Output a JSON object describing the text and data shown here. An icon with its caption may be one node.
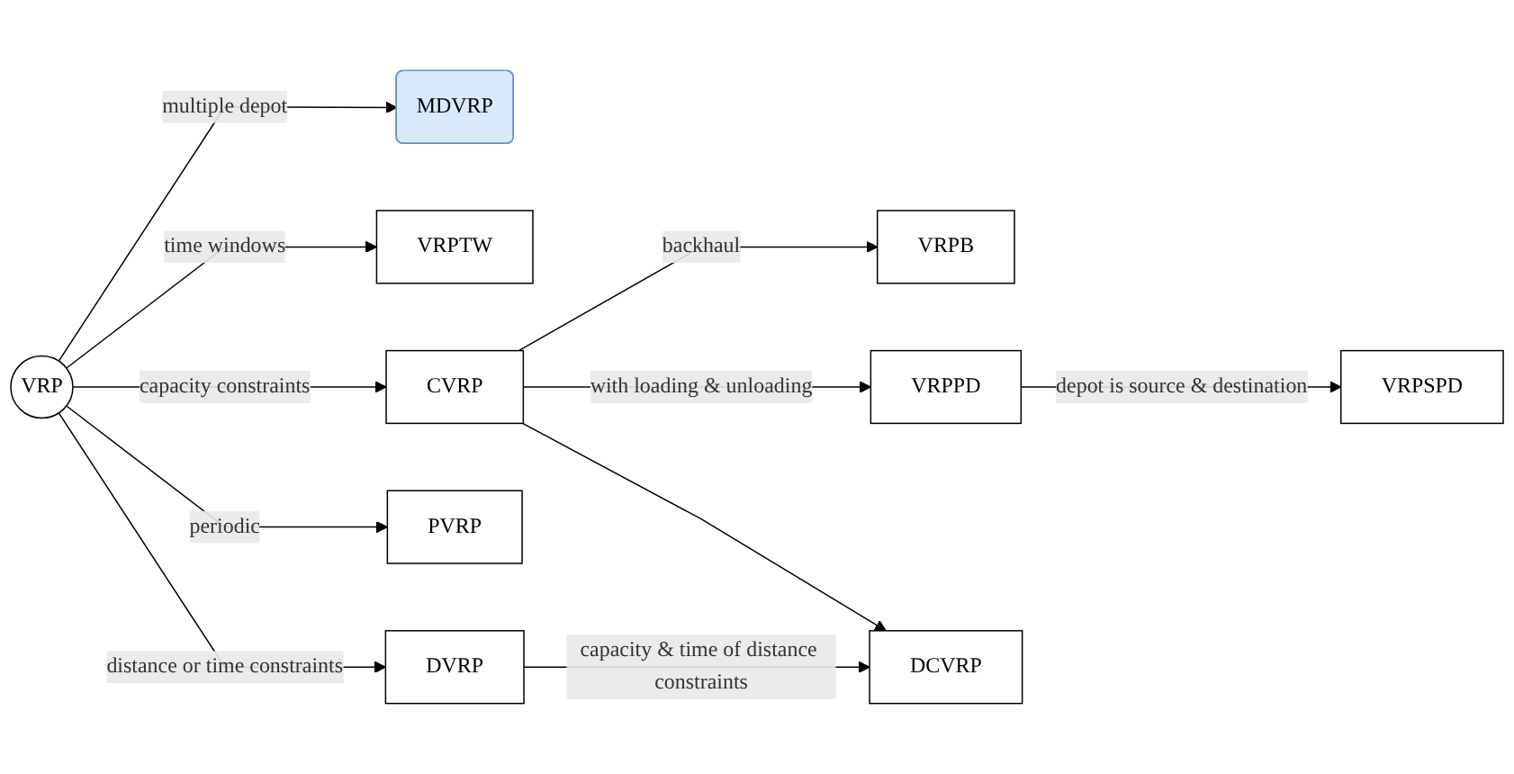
{
  "diagram": {
    "nodes": [
      {
        "text": [
          "MDVRP"
        ]
      },
      {
        "text": [
          "VRPTW"
        ]
      },
      {
        "text": [
          "VRPB"
        ]
      },
      {
        "text": [
          "VRP"
        ]
      },
      {
        "text": [
          "CVRP"
        ]
      },
      {
        "text": [
          "VRPPD"
        ]
      },
      {
        "text": [
          "VRPSPD"
        ]
      },
      {
        "text": [
          "PVRP"
        ]
      },
      {
        "text": [
          "DVRP"
        ]
      },
      {
        "text": [
          "DCVRP"
        ]
      }
    ],
    "edges": [
      {
        "from": 3,
        "to": 0,
        "arrow": "to",
        "label": "multiple depot"
      },
      {
        "from": 3,
        "to": 1,
        "arrow": "to",
        "label": "time windows"
      },
      {
        "from": 3,
        "to": 4,
        "arrow": "to",
        "label": "capacity constraints"
      },
      {
        "from": 3,
        "to": 7,
        "arrow": "to",
        "label": "periodic"
      },
      {
        "from": 3,
        "to": 8,
        "arrow": "to",
        "label": "distance or time constraints"
      },
      {
        "from": 4,
        "to": 2,
        "arrow": "to",
        "label": "backhaul"
      },
      {
        "from": 4,
        "to": 5,
        "arrow": "to",
        "label": "with loading & unloading"
      },
      {
        "from": 5,
        "to": 6,
        "arrow": "to",
        "label": "depot is source & destination"
      },
      {
        "from": 4,
        "to": 9,
        "arrow": "to"
      },
      {
        "from": 8,
        "to": 9,
        "arrow": "to",
        "label": "capacity & time of distance constraints"
      }
    ]
  }
}
